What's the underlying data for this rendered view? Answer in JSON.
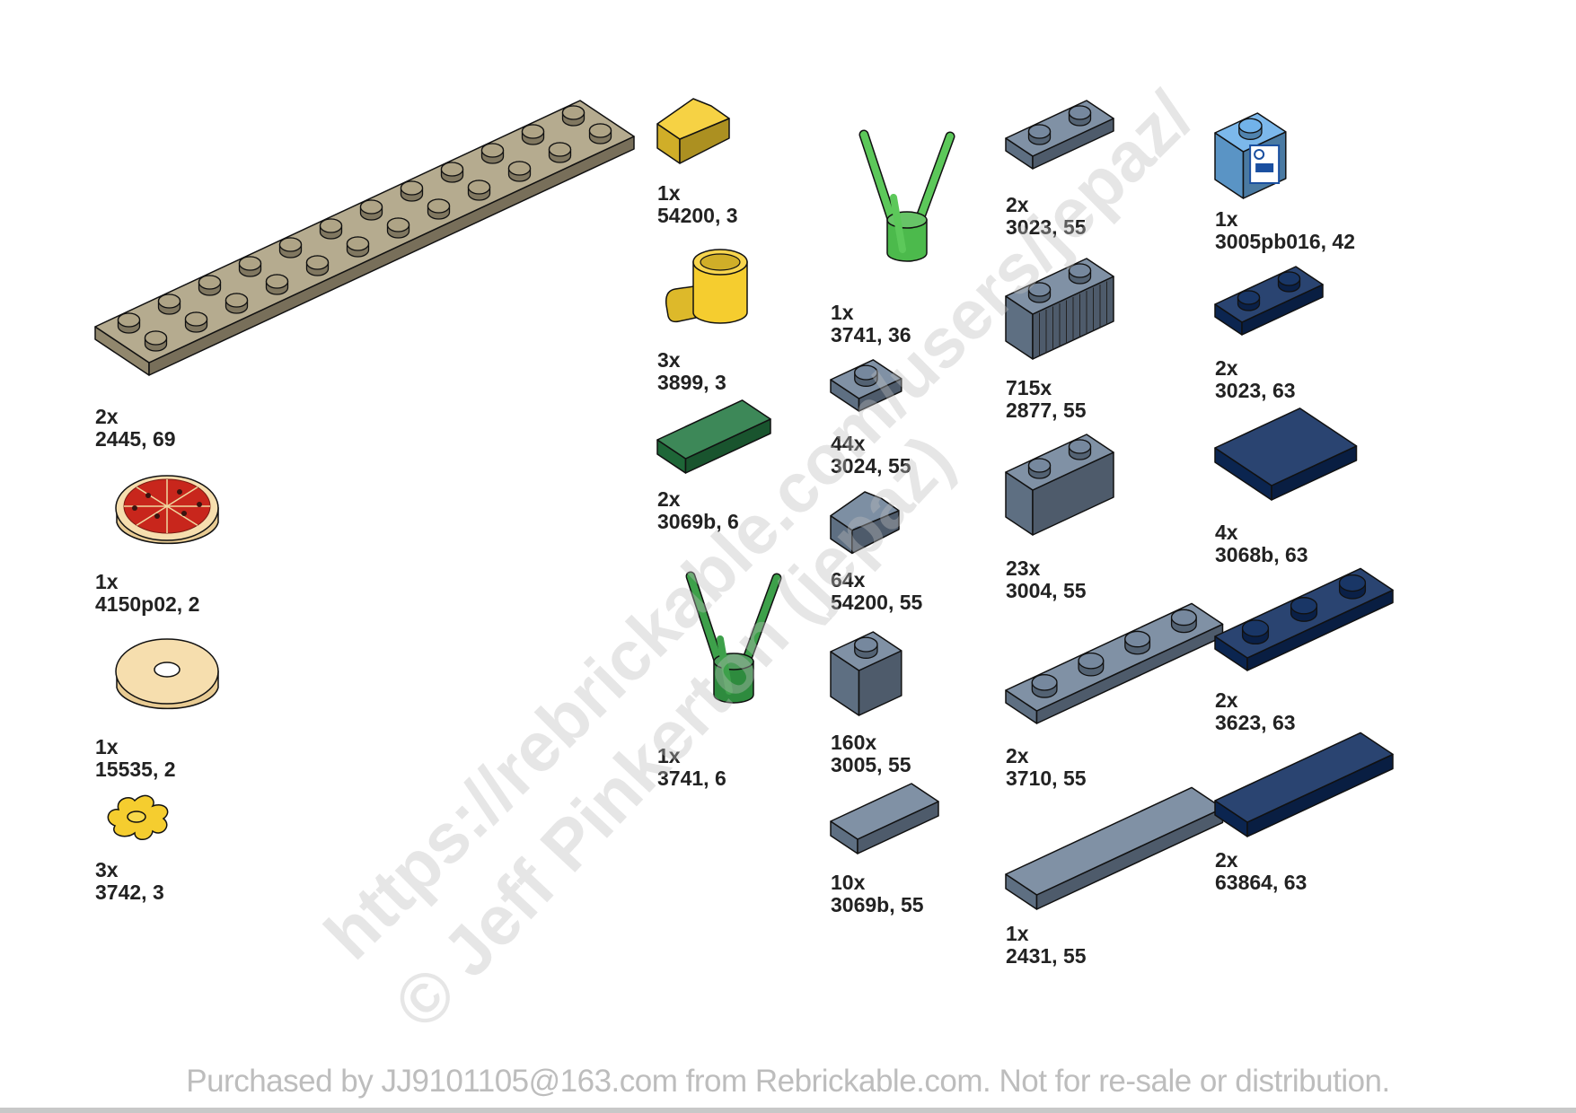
{
  "parts": [
    {
      "qty": "2x",
      "id": "2445, 69",
      "color": "#ab9f80"
    },
    {
      "qty": "1x",
      "id": "4150p02, 2",
      "color": "#f1d9a8"
    },
    {
      "qty": "1x",
      "id": "15535, 2",
      "color": "#f1d9a8"
    },
    {
      "qty": "3x",
      "id": "3742, 3",
      "color": "#f5cd2f"
    },
    {
      "qty": "1x",
      "id": "54200, 3",
      "color": "#f5cd2f"
    },
    {
      "qty": "3x",
      "id": "3899, 3",
      "color": "#f5cd2f"
    },
    {
      "qty": "2x",
      "id": "3069b, 6",
      "color": "#237841"
    },
    {
      "qty": "1x",
      "id": "3741, 6",
      "color": "#2e8b3e"
    },
    {
      "qty": "1x",
      "id": "3741, 36",
      "color": "#4cba4c"
    },
    {
      "qty": "44x",
      "id": "3024, 55",
      "color": "#6f8299"
    },
    {
      "qty": "64x",
      "id": "54200, 55",
      "color": "#6f8299"
    },
    {
      "qty": "160x",
      "id": "3005, 55",
      "color": "#6f8299"
    },
    {
      "qty": "10x",
      "id": "3069b, 55",
      "color": "#6f8299"
    },
    {
      "qty": "2x",
      "id": "3023, 55",
      "color": "#6f8299"
    },
    {
      "qty": "715x",
      "id": "2877, 55",
      "color": "#6f8299"
    },
    {
      "qty": "23x",
      "id": "3004, 55",
      "color": "#6f8299"
    },
    {
      "qty": "2x",
      "id": "3710, 55",
      "color": "#6f8299"
    },
    {
      "qty": "1x",
      "id": "2431, 55",
      "color": "#6f8299"
    },
    {
      "qty": "1x",
      "id": "3005pb016, 42",
      "color": "#6aaee8"
    },
    {
      "qty": "2x",
      "id": "3023, 63",
      "color": "#0d2b5e"
    },
    {
      "qty": "4x",
      "id": "3068b, 63",
      "color": "#0d2b5e"
    },
    {
      "qty": "2x",
      "id": "3623, 63",
      "color": "#0d2b5e"
    },
    {
      "qty": "2x",
      "id": "63864, 63",
      "color": "#0d2b5e"
    }
  ],
  "watermark": {
    "url": "https://rebrickable.com/users/jepaz/",
    "author": "© Jeff Pinkerton (jepaz)"
  },
  "footer": "Purchased by JJ9101105@163.com from Rebrickable.com. Not for re-sale or distribution."
}
